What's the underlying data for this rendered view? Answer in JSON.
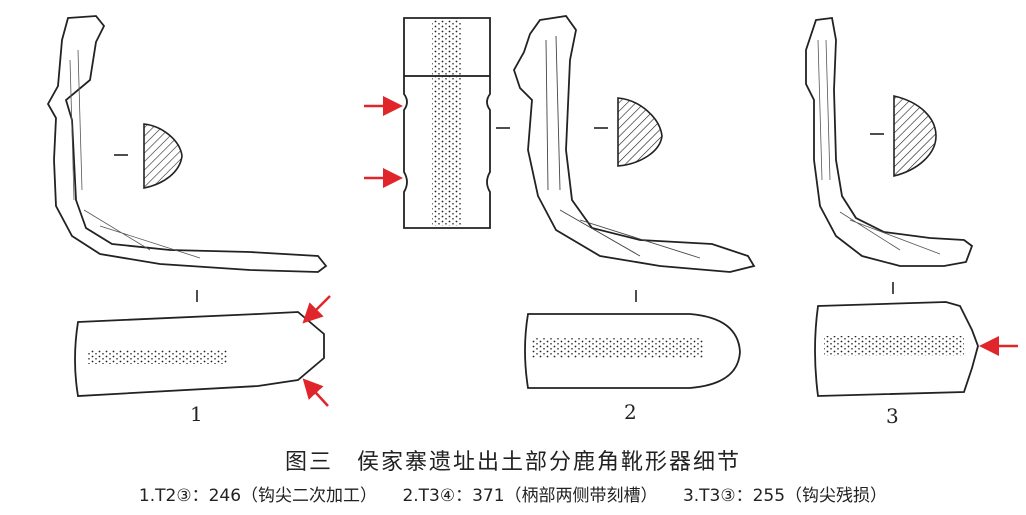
{
  "figure": {
    "specimens": [
      {
        "number": "1"
      },
      {
        "number": "2"
      },
      {
        "number": "3"
      }
    ],
    "arrow_color": "#e0262a",
    "line_color": "#222222"
  },
  "caption": {
    "title": "图三　侯家寨遗址出土部分鹿角靴形器细节",
    "items": [
      "1.T2③：246（钩尖二次加工）",
      "2.T3④：371（柄部两侧带刻槽）",
      "3.T3③：255（钩尖残损）"
    ]
  }
}
